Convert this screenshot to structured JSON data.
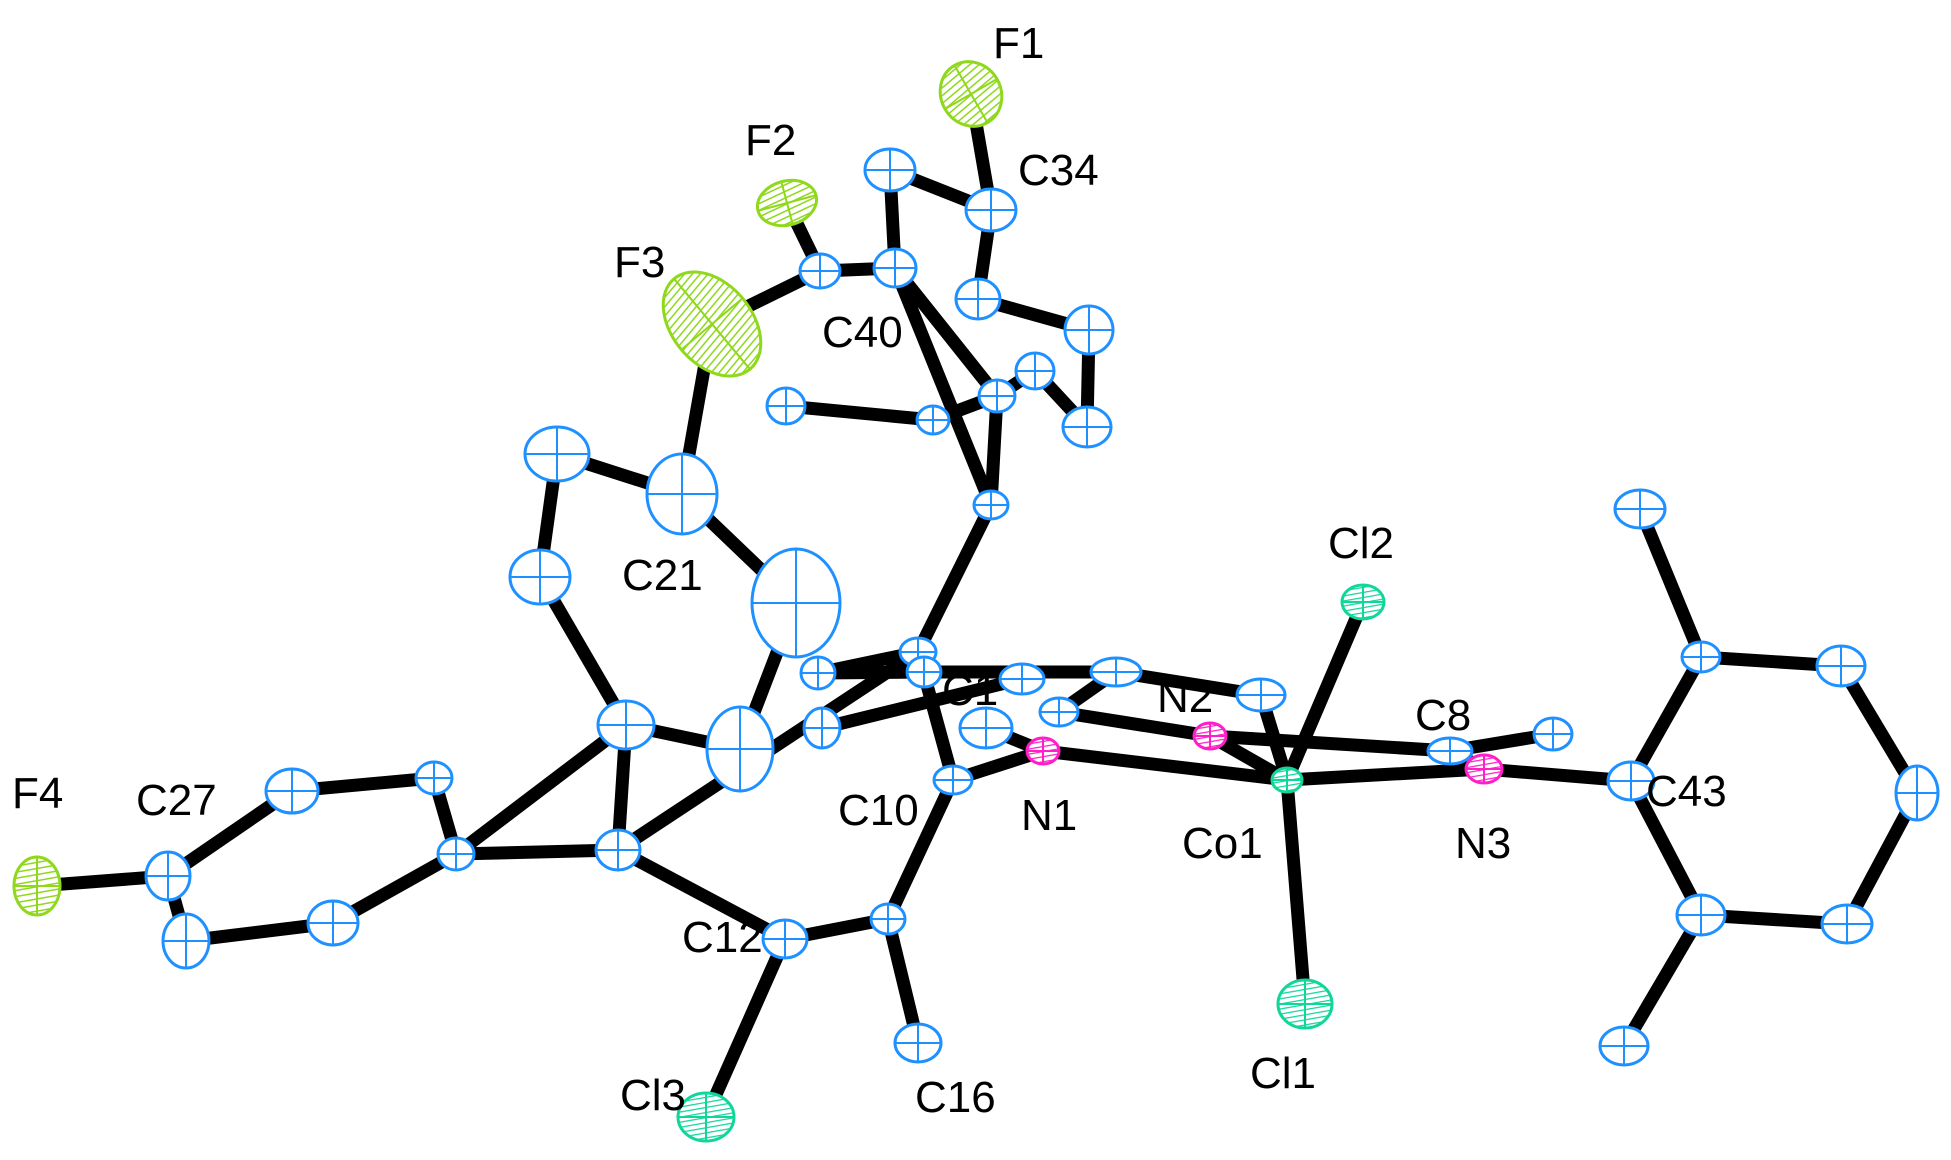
{
  "colors": {
    "carbon": "#1e90ff",
    "nitrogen": "#ff1fc8",
    "fluorine": "#8fd81b",
    "chlorine": "#10d69a",
    "cobalt": "#10d69a",
    "bond": "#000000",
    "background": "#ffffff"
  },
  "labels": {
    "F1": "F1",
    "F2": "F2",
    "F3": "F3",
    "F4": "F4",
    "C34": "C34",
    "C40": "C40",
    "C21": "C21",
    "C27": "C27",
    "C1": "C1",
    "N2": "N2",
    "C8": "C8",
    "C10": "C10",
    "N1": "N1",
    "Co1": "Co1",
    "N3": "N3",
    "C43": "C43",
    "C12": "C12",
    "C16": "C16",
    "Cl1": "Cl1",
    "Cl2": "Cl2",
    "Cl3": "Cl3"
  }
}
